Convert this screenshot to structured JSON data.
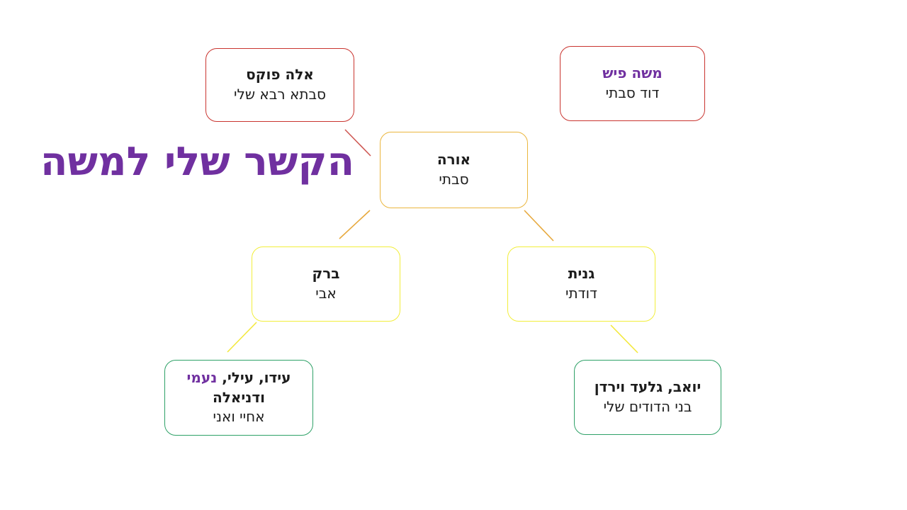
{
  "slide": {
    "background": "#ffffff",
    "title": {
      "text": "הקשר שלי למשה",
      "color": "#7030a0"
    }
  },
  "nodes": [
    {
      "id": "great-grandmother",
      "name": "אלה פוקס",
      "relation": "סבתא רבא שלי",
      "border_color": "#c9342f",
      "name_color": "#1c1c1c"
    },
    {
      "id": "great-uncle",
      "name": "משה פיש",
      "relation": "דוד סבתי",
      "border_color": "#c9342f",
      "name_color": "#7030a0"
    },
    {
      "id": "grandmother",
      "name": "אורה",
      "relation": "סבתי",
      "border_color": "#eab63e",
      "name_color": "#1c1c1c"
    },
    {
      "id": "father",
      "name": "ברק",
      "relation": "אבי",
      "border_color": "#f2ee3b",
      "name_color": "#1c1c1c"
    },
    {
      "id": "aunt",
      "name": "גנית",
      "relation": "דודתי",
      "border_color": "#f2ee3b",
      "name_color": "#1c1c1c"
    },
    {
      "id": "siblings",
      "name_part1": "עידו, עילי, ",
      "name_highlight": "נעמי",
      "name_part2": " ודניאלה",
      "highlight_color": "#7030a0",
      "relation": "אחיי ואני",
      "border_color": "#2ea167",
      "name_color": "#1c1c1c"
    },
    {
      "id": "cousins",
      "name": "יואב, גלעד וירדן",
      "relation": "בני הדודים שלי",
      "border_color": "#2ea167",
      "name_color": "#1c1c1c"
    }
  ],
  "connectors": [
    {
      "from": "great-grandmother",
      "to": "grandmother",
      "color": "#cf5a55"
    },
    {
      "from": "grandmother",
      "to": "father",
      "color": "#e7a93e"
    },
    {
      "from": "grandmother",
      "to": "aunt",
      "color": "#e7a93e"
    },
    {
      "from": "father",
      "to": "siblings",
      "color": "#f3e83c"
    },
    {
      "from": "aunt",
      "to": "cousins",
      "color": "#f3e83c"
    }
  ]
}
